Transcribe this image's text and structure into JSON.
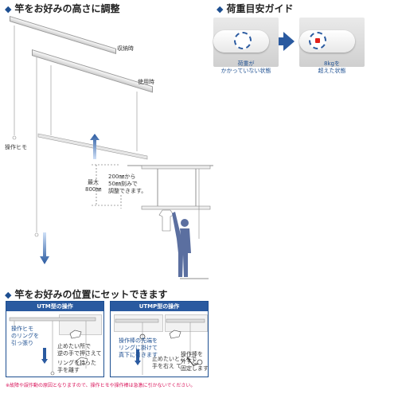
{
  "section1": {
    "heading": "竿をお好みの高さに調整",
    "label_stored": "収納時",
    "label_in_use": "使用時",
    "label_cord": "操作ヒモ",
    "label_max": "最大",
    "label_max_value": "800㎜",
    "label_step_line1": "200㎜から",
    "label_step_line2": "50㎜刻みで",
    "label_step_line3": "調整できます。"
  },
  "load_guide": {
    "heading": "荷重目安ガイド",
    "left_caption_line1": "荷重が",
    "left_caption_line2": "かかっていない状態",
    "right_caption_line1": "8kgを",
    "right_caption_line2": "超えた状態"
  },
  "section2": {
    "heading": "竿をお好みの位置にセットできます",
    "utm": {
      "title": "UTM型の操作",
      "step1_line1": "操作ヒモ",
      "step1_line2": "のリングを",
      "step1_line3": "引っ張り",
      "step2_line1": "止めたい所で",
      "step2_line2": "逆の手で押さえて",
      "step3_line1": "リングを持った",
      "step3_line2": "手を離す"
    },
    "utmp": {
      "title": "UTMP型の操作",
      "step1_line1": "操作棒の先端を",
      "step1_line2": "リングに掛けて",
      "step1_line3": "真下に引きます",
      "step2_line1": "止めたいところで",
      "step2_line2": "手を右え て",
      "step3_line1": "操作棒を",
      "step3_line2": "外すと",
      "step3_line3": "固定します"
    }
  },
  "footnote": "※故障や誤作動の原因となりますので、操作ヒモや操作棒は急激に引かないでください。",
  "colors": {
    "accent": "#1d4f91",
    "note": "#d9145a",
    "indicator": "#e2201a"
  }
}
